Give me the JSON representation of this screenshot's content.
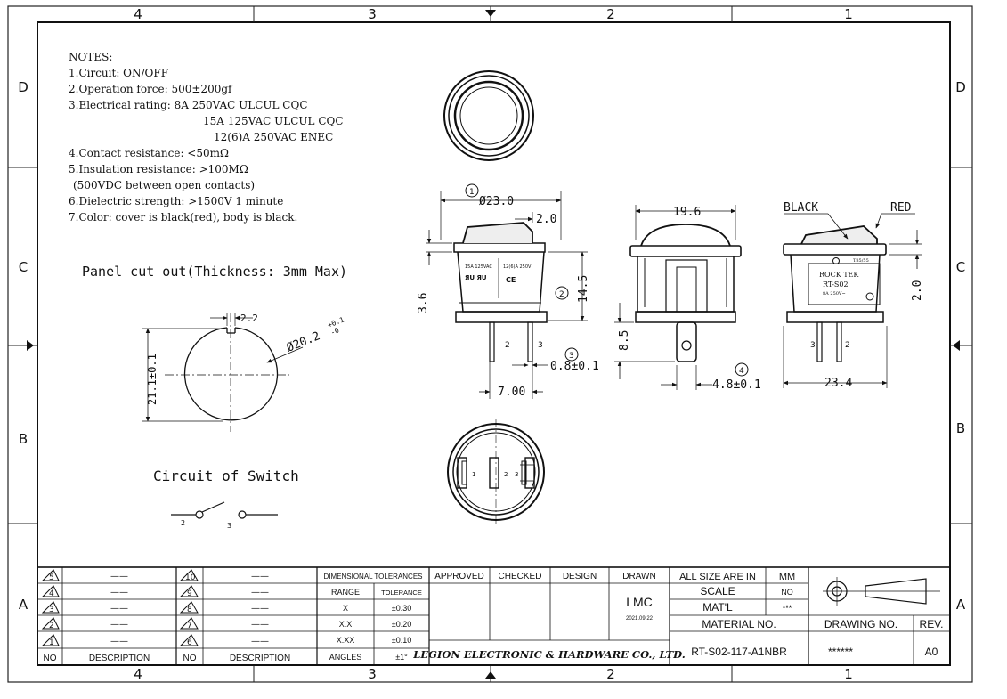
{
  "zones": {
    "columns": [
      "4",
      "3",
      "2",
      "1"
    ],
    "rows": [
      "D",
      "C",
      "B",
      "A"
    ]
  },
  "notes": {
    "heading": "NOTES:",
    "lines": [
      "1.Circuit: ON/OFF",
      "2.Operation force: 500±200gf",
      "3.Electrical rating: 8A 250VAC ULCUL CQC",
      "15A 125VAC ULCUL CQC",
      "12(6)A 250VAC ENEC",
      "4.Contact resistance: <50mΩ",
      "5.Insulation resistance: >100MΩ",
      "(500VDC between open contacts)",
      "6.Dielectric strength: >1500V 1 minute",
      "7.Color: cover is black(red), body is black."
    ]
  },
  "panel": {
    "title": "Panel cut out(Thickness: 3mm Max)",
    "dim_notch": "2.2",
    "dim_diameter": "Ø20.2",
    "dim_diameter_tol_upper": "+0.1",
    "dim_diameter_tol_lower": "-0",
    "dim_height": "21.1±0.1"
  },
  "circuit": {
    "title": "Circuit of Switch",
    "terminal_a": "2",
    "terminal_b": "3"
  },
  "front_view": {
    "balloon_1": "1",
    "dim_diameter": "Ø23.0",
    "dim_step": "2.0",
    "dim_left": "3.6",
    "dim_right": "14.5",
    "balloon_2": "2",
    "label_rating_1": "15A 125VAC",
    "label_rating_2": "12(6)A 250V",
    "label_marks": "ЯU ЯU",
    "label_ce": "CE",
    "terminal_2": "2",
    "terminal_3": "3",
    "balloon_3": "3",
    "dim_pin": "0.8±0.1",
    "dim_pitch": "7.00"
  },
  "side_view": {
    "dim_width": "19.6",
    "dim_height": "8.5",
    "balloon_4": "4",
    "dim_tab": "4.8±0.1"
  },
  "rear_view": {
    "label_black": "BLACK",
    "label_red": "RED",
    "label_t": "T85/55",
    "label_brand": "ROCK TEK",
    "label_model": "RT-S02",
    "label_rating": "8A 250V~",
    "dim_side": "2.0",
    "dim_width": "23.4",
    "terminal_3": "3",
    "terminal_2": "2"
  },
  "bottom_view": {
    "terminal_1": "1",
    "terminal_2": "2",
    "terminal_3": "3"
  },
  "title_block": {
    "revisions_left": [
      "5",
      "4",
      "3",
      "2",
      "1"
    ],
    "revisions_right": [
      "10",
      "9",
      "8",
      "7",
      "6"
    ],
    "arrow": "——",
    "col_no": "NO",
    "col_description": "DESCRIPTION",
    "tolerances_title": "DIMENSIONAL TOLERANCES",
    "tol_header_range": "RANGE",
    "tol_header_tolerance": "TOLERANCE",
    "tolerances": [
      {
        "range": "X",
        "tol": "±0.30"
      },
      {
        "range": "X.X",
        "tol": "±0.20"
      },
      {
        "range": "X.XX",
        "tol": "±0.10"
      },
      {
        "range": "ANGLES",
        "tol": "±1°"
      }
    ],
    "approved": "APPROVED",
    "checked": "CHECKED",
    "design": "DESIGN",
    "drawn": "DRAWN",
    "drawn_by": "LMC",
    "drawn_date": "2021.09.22",
    "company": "LEGION ELECTRONIC & HARDWARE CO., LTD.",
    "all_size_in": "ALL SIZE ARE IN",
    "unit": "MM",
    "scale_label": "SCALE",
    "scale_value": "NO",
    "material_label": "MAT'L",
    "material_value": "***",
    "material_no_label": "MATERIAL NO.",
    "material_no": "RT-S02-117-A1NBR",
    "drawing_no_label": "DRAWING NO.",
    "drawing_no": "******",
    "rev_label": "REV.",
    "rev_value": "A0"
  }
}
